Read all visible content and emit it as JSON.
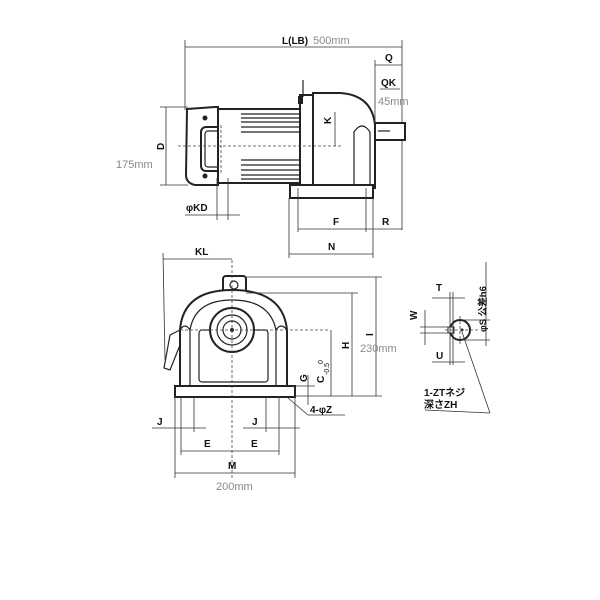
{
  "side_view": {
    "length_label": "L(LB)",
    "length_value": "500mm",
    "q_label": "Q",
    "qk_label": "QK",
    "qk_value": "45mm",
    "d_label": "D",
    "d_value": "175mm",
    "k_label": "K",
    "kd_label": "φKD",
    "f_label": "F",
    "r_label": "R",
    "n_label": "N"
  },
  "front_view": {
    "kl_label": "KL",
    "h_label": "H",
    "i_label": "I",
    "i_value": "230mm",
    "c_label": "C",
    "c_tol_upper": "0",
    "c_tol_lower": "-0.5",
    "g_label": "G",
    "z_label": "4-φZ",
    "j_label_left": "J",
    "j_label_right": "J",
    "e_label_left": "E",
    "e_label_right": "E",
    "m_label": "M",
    "m_value": "200mm"
  },
  "shaft_detail": {
    "t_label": "T",
    "w_label": "W",
    "u_label": "U",
    "s_label": "φS 公差h6",
    "thread_label": "1-ZTネジ",
    "depth_label": "深さZH"
  }
}
